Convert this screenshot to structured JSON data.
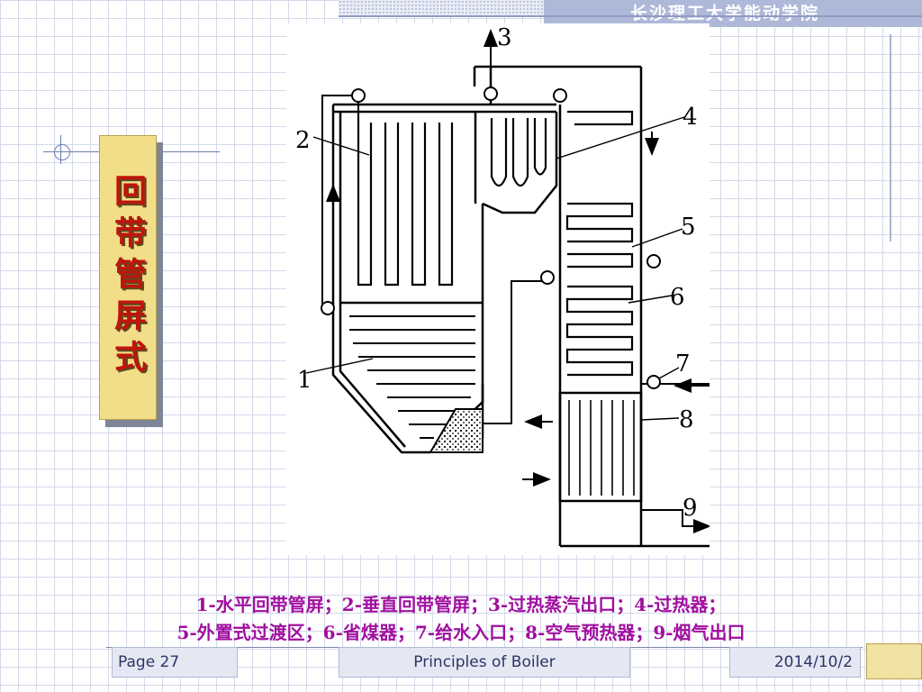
{
  "header": {
    "institution": "长沙理工大学能动学院"
  },
  "slide": {
    "vertical_title": "回带管屏式",
    "caption_line1": "1-水平回带管屏；2-垂直回带管屏；3-过热蒸汽出口；4-过热器；",
    "caption_line2": "5-外置式过渡区；6-省煤器；7-给水入口；8-空气预热器；9-烟气出口"
  },
  "diagram": {
    "labels": [
      "1",
      "2",
      "3",
      "4",
      "5",
      "6",
      "7",
      "8",
      "9"
    ]
  },
  "footer": {
    "page": "Page 27",
    "course": "Principles of Boiler",
    "date": "2014/10/2"
  },
  "colors": {
    "header_bar": "#aeb8d8",
    "title_panel": "#f2de88",
    "title_text": "#c0140c",
    "caption_text": "#a00fa0",
    "footer_text": "#2c3566"
  }
}
